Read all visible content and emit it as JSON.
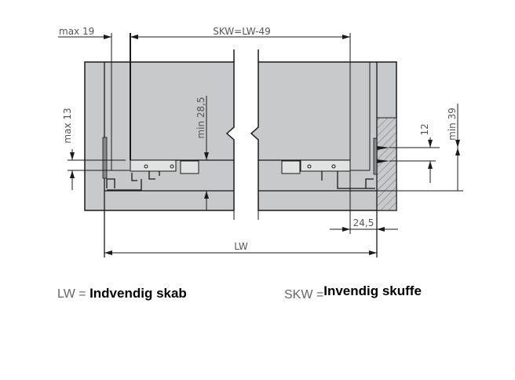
{
  "diagram": {
    "dimensions": {
      "max19": "max 19",
      "skw": "SKW=LW-49",
      "max13": "max 13",
      "min28_5": "min 28,5",
      "d12": "12",
      "min39": "min 39",
      "d24_5": "24,5",
      "lw": "LW"
    },
    "colors": {
      "panel": "#c8c9cb",
      "line": "#1a1a1a",
      "dim_text": "#555555"
    }
  },
  "legend": {
    "lw_key": "LW =",
    "lw_value": "Indvendig skab",
    "skw_key": "SKW =",
    "skw_value": "Invendig skuffe"
  }
}
